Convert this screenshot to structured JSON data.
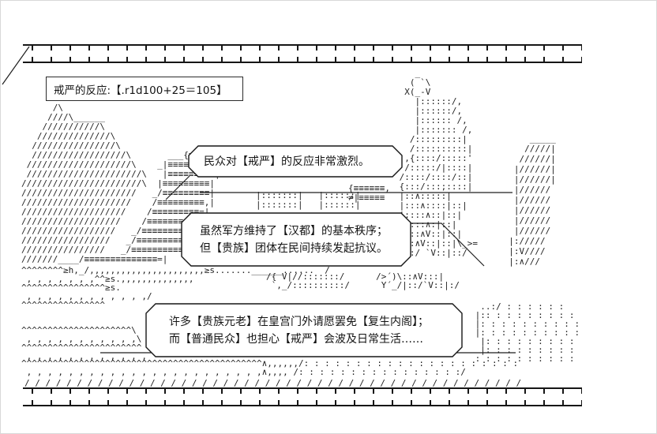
{
  "colors": {
    "ink": "#1b1b1b",
    "background": "#ffffff"
  },
  "dice_box": {
    "label": "戒严的反应:【.r1d100+25＝105】"
  },
  "bubbles": [
    {
      "lines": [
        "民众对【戒严】的反应非常激烈。"
      ]
    },
    {
      "lines": [
        "虽然军方维持了【汉都】的基本秩序；",
        "但【贵族】团体在民间持续发起抗议。"
      ]
    },
    {
      "lines": [
        "许多【贵族元老】在皇宫门外请愿罢免【复生内阁】；",
        "而【普通民众】也担心【戒严】会波及日常生活……"
      ]
    }
  ],
  "ascii_art": {
    "left_scene": "      /\\\n     ////\\______\n    ///////////\\\n   //////////////\\\n  ////////////////\\\n  //////////////////\\       ___{≡≡≡≡≡≡≡\n ////////////////////\\    _|≡≡≡≡≡≡≡≡≡|---,\n //////////////////////\\   |≡≡≡≡≡≡≡≡≡|\n///////////////////////\\  |≡≡≡≡≡≡≡≡≡|\n//////////////////////   _/≡≡≡≡≡≡≡≡≡|\n/////////////////////    /≡≡≡≡≡≡≡≡≡,|\n////////////////////    /≡≡≡≡≡≡≡≡≡=|\n///////////////////    /≡≡≡≡≡≡≡≡≡≡|\n//////////////////   _/≡≡≡≡≡≡≡≡≡≡|\n/////////////////   _/≡≡≡≡≡≡≡≡≡≡=|\n////////////////   _/≡≡≡≡≡≡≡≡≡≡≡|\n///////____/≡≡≡≡≡≡≡≡≡≡≡≡≡≡=|",
    "tower": "    _\n   ( `\\\n  X(_-V\n    |::::::/,\n    |::::::/,\n    |:::::: /,\n    |::::::: /,\n   /:::::::::|\n   /::::::::::|\n  ,{::::/:::::'\n  /:::::/|::::|\n /::::/::::/::|\n {:::/:::;::::|\n |::∧:::::|\n |:::∧::::|::|\n |::::∧::|::|\n /::::∧:|::|\n /∧::∧V::|::|\n/∧::∧V::|::|\\_>=\n |::/ `V::|::/",
    "right_mountain": "      _____\n     /////|\n    //////|\n   |//////|\n   |//////|\n   |//////\n   |//////\n   |//////\n   |//////\n   |//////\n  |://///\n  |:V////\n  |:∧///",
    "mid_blocks": "|:::::::|   |::::::|\n|:::::::|   |::::::|",
    "wall_blocks": "{≡≡≡≡≡≡,\n≠|≡≡≡≡≡",
    "ground_band": "^^^^^^^^≥h,_/,,,,,,,,,,,,,,,,,,,,,,≥s.......______......  /\n , , , , , , ,^^≥s.,,,,,,,,,,,,,,\n^^^^^^^^^^^^^^^^≥s.\n , , , , , , , , , , , ,/\n^^^^^^^^^^^^^^^^",
    "mid_figures": "/{ V|//:::::::/      />´)\\::∧V:::|\n `,_/::::::::::/      Y´_/|::/`V::|:/",
    "lower_left": "^^^^^^^^^^^^^^^^^^^^^\\\n , , , , , , , , , , ,\\\n^^^^^^^^^^^^^^^^^^^^^^^\n , , , , , , , , , , , ,",
    "bottom_band": "^^^^^^^^^^^^^^^^^^^^^^^^^^^^^^^^^^^^^^^^^^^^^^∧,,,,,,/: : : : : : : : : : : : : : : : : : : : :\n , , , , , , , , , , , , , , , , , , , , , , ,∧,,,, /: : : : : : : : : : : : : : : :/",
    "tick_row": "/ / / / / / / / / / / / / / / / / / / / / / / / / / / / / / / / / / / / / / / / / / / / / / / /",
    "right_dots": "  ..:/ : : : : : :\n |:: : : : : : : : :\n |: : : : : : : : : :\n |: : : : : : : : : :\n  |: : : : : : : : :\n  |: : : : : : : : :\n : : : : : : : : : :"
  }
}
